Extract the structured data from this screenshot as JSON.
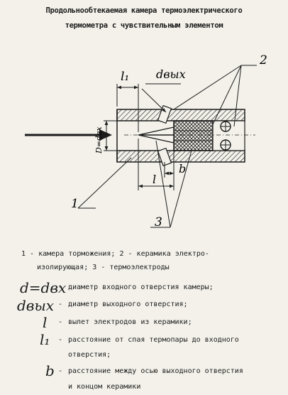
{
  "title": {
    "line1": "Продольнообтекаемая камера термоэлектрического",
    "line2": "термометра с чувствительным элементом"
  },
  "labels": {
    "callout_1": "1",
    "callout_2": "2",
    "callout_3": "3",
    "dim_l1": "l₁",
    "dim_dout": "dвых",
    "dim_D": "D=dвх",
    "dim_l": "l",
    "dim_b": "b"
  },
  "legend": {
    "line1": "1 - камера торможения; 2 - керамика электро-",
    "line2": "изолирующая; 3 - термоэлектроды",
    "items": [
      {
        "symbol": "d=dвх",
        "dash": "-",
        "text": "диаметр входного отверстия камеры;"
      },
      {
        "symbol": "dвых",
        "dash": "-",
        "text": "диаметр выходного отверстия;"
      },
      {
        "symbol": "l",
        "dash": "-",
        "text": "вылет электродов из керамики;"
      },
      {
        "symbol": "l₁",
        "dash": "-",
        "text": "расстояние от спая термопары до входного"
      },
      {
        "symbol": "",
        "dash": "",
        "text": "отверстия;"
      },
      {
        "symbol": "b",
        "dash": "-",
        "text": "расстояние между осью выходного отверстия"
      },
      {
        "symbol": "",
        "dash": "",
        "text": "и концом керамики"
      }
    ]
  }
}
